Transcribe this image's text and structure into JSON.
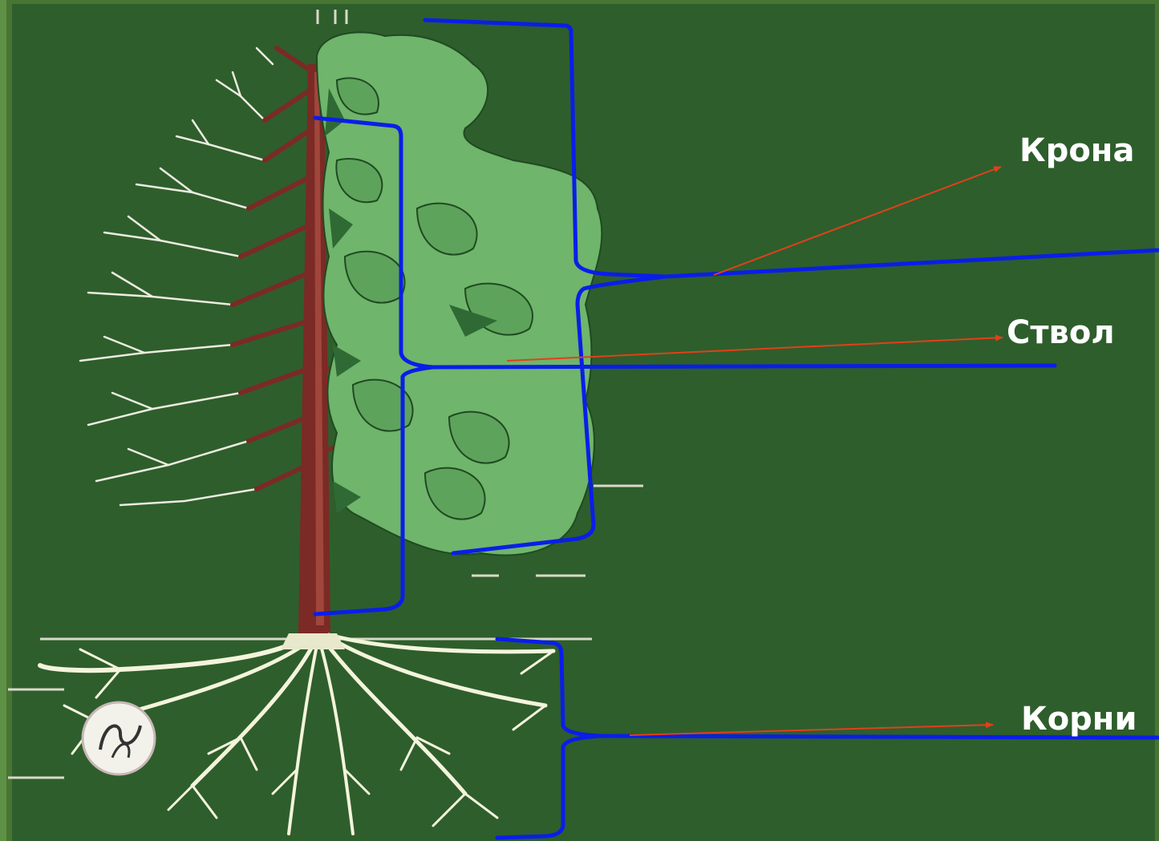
{
  "colors": {
    "background": "#497533",
    "panel": "#2e5e2c",
    "trunk": "#7b2a25",
    "foliage": "#6fb56b",
    "foliage_dark": "#2f6a35",
    "roots": "#f4f4dc",
    "bracket": "#0a1ee8",
    "arrow": "#e2401a"
  },
  "labels": {
    "crown": "Крона",
    "trunk": "Ствол",
    "roots": "Корни"
  }
}
